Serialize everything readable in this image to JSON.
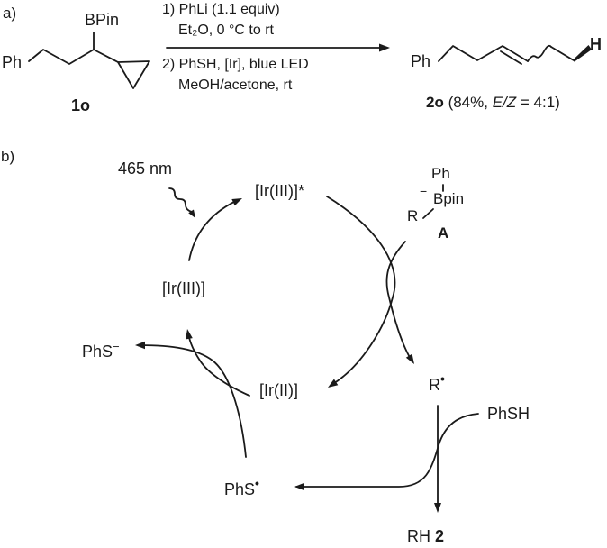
{
  "colors": {
    "ink": "#1a1a1a",
    "background": "#ffffff"
  },
  "a": {
    "label": "a)",
    "reactant": {
      "ph": "Ph",
      "bpin": "BPin",
      "name": "1o"
    },
    "conditions": [
      "1) PhLi (1.1 equiv)",
      "Et₂O, 0 °C to rt",
      "2) PhSH, [Ir], blue LED",
      "MeOH/acetone, rt"
    ],
    "product": {
      "ph": "Ph",
      "h": "H",
      "name": "2o",
      "caption_pre": " (84%, ",
      "caption_italic": "E/Z",
      "caption_post": " = 4:1)"
    }
  },
  "b": {
    "label": "b)",
    "wavelength": "465 nm",
    "ir3_excited": "[Ir(III)]*",
    "ir3": "[Ir(III)]",
    "ir2": "[Ir(II)]",
    "ate": {
      "ph": "Ph",
      "minus": "−",
      "bpin": "Bpin",
      "r": "R",
      "name": "A"
    },
    "thiolate": {
      "base": "PhS",
      "sup": "−"
    },
    "r_radical": {
      "base": "R",
      "sup": "•"
    },
    "thiol": "PhSH",
    "thiyl": {
      "base": "PhS",
      "sup": "•"
    },
    "product": {
      "rh": "RH",
      "num": "2"
    }
  }
}
